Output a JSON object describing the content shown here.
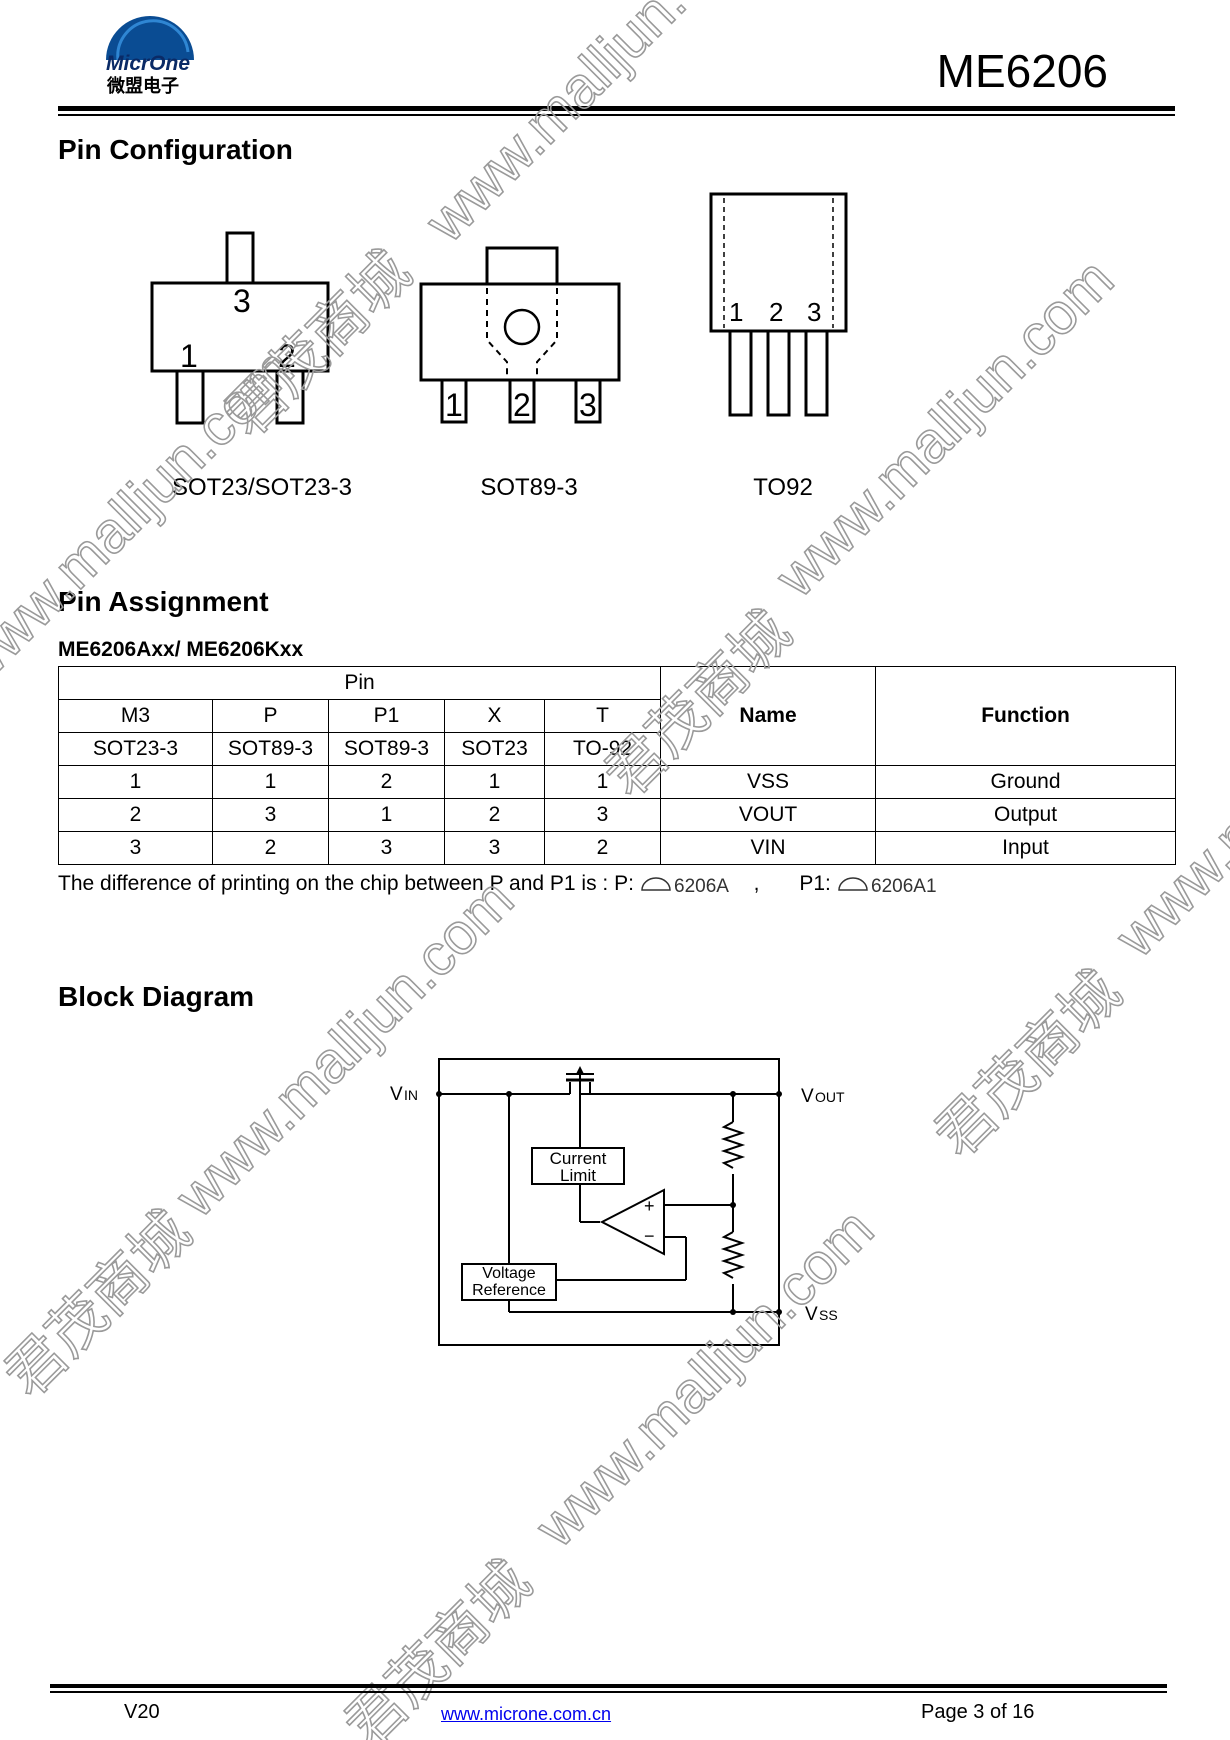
{
  "header": {
    "logo_text_en": "MicrOne",
    "logo_text_cn": "微盟电子",
    "doc_title": "ME6206"
  },
  "pin_configuration": {
    "title": "Pin Configuration",
    "packages": [
      {
        "label": "SOT23/SOT23-3",
        "pin_numbers": [
          "3",
          "1",
          "2"
        ]
      },
      {
        "label": "SOT89-3",
        "pin_numbers": [
          "1",
          "2",
          "3"
        ]
      },
      {
        "label": "TO92",
        "pin_numbers": [
          "1",
          "2",
          "3"
        ]
      }
    ]
  },
  "pin_assignment": {
    "title": "Pin Assignment",
    "subtitle": "ME6206Axx/ ME6206Kxx",
    "header": {
      "pin_group": "Pin",
      "name": "Name",
      "function": "Function",
      "codes": [
        "M3",
        "P",
        "P1",
        "X",
        "T"
      ],
      "packages": [
        "SOT23-3",
        "SOT89-3",
        "SOT89-3",
        "SOT23",
        "TO-92"
      ]
    },
    "rows": [
      {
        "pins": [
          "1",
          "1",
          "2",
          "1",
          "1"
        ],
        "name": "VSS",
        "function": "Ground"
      },
      {
        "pins": [
          "2",
          "3",
          "1",
          "2",
          "3"
        ],
        "name": "VOUT",
        "function": "Output"
      },
      {
        "pins": [
          "3",
          "2",
          "3",
          "3",
          "2"
        ],
        "name": "VIN",
        "function": "Input"
      }
    ],
    "note": {
      "text": "The difference of printing on the chip between P and P1 is : P:",
      "p_marking": "6206A",
      "separator": ",",
      "p1_label": "P1:",
      "p1_marking": "6206A1"
    }
  },
  "block_diagram": {
    "title": "Block Diagram",
    "labels": {
      "vin_main": "V",
      "vin_sub": "IN",
      "vout_main": "V",
      "vout_sub": "OUT",
      "vss_main": "V",
      "vss_sub": "SS",
      "current_limit_1": "Current",
      "current_limit_2": "Limit",
      "voltage_ref_1": "Voltage",
      "voltage_ref_2": "Reference",
      "plus": "+",
      "minus": "−"
    }
  },
  "watermark": {
    "text_cn": "君茂商城",
    "text_url": "www.malljun.com"
  },
  "footer": {
    "version": "V20",
    "website": "www.microne.com.cn",
    "page": "Page 3 of 16"
  }
}
